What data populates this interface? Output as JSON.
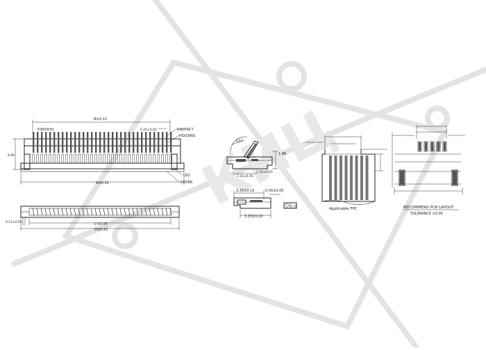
{
  "watermark": {
    "text": "КИЦ",
    "color": "#e3e3e3"
  },
  "front_view": {
    "dim_overall": "B±0.10",
    "dim_pitch": "1.00±0.05",
    "dim_contact_width": "0.25±0.05",
    "dim_height": "8.90",
    "dim_bottom": "A±0.10",
    "label_contact": "CONTACT",
    "label_housing": "HOUSING",
    "label_leg": "LEG",
    "label_cover": "COVER"
  },
  "bottom_view": {
    "dim_left": "0.12±0.05",
    "dim_inner": "C±0.05",
    "dim_outer": "D±0.10"
  },
  "side_view": {
    "angle": "130°",
    "dim_height": "1.88",
    "dim_depth": "2.25±0.05",
    "dim_step": "1.35±0.05",
    "dim_top": "3.35±0.10",
    "dim_side": "0.56±0.05",
    "dim_base": "3.25±0.10",
    "symbol_note": "0.10"
  },
  "fpc_view": {
    "caption": "Applicable FPC"
  },
  "pcb_view": {
    "caption": "RECOMMEND PCB LAYOUT",
    "tolerance": "TOLERANCE ±0.05"
  }
}
